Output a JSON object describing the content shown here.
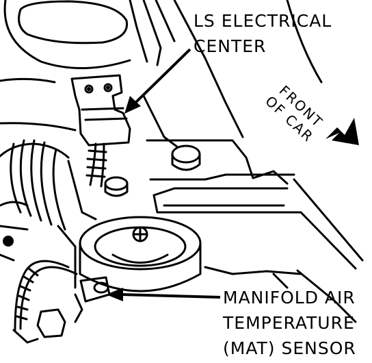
{
  "labels": {
    "ls_electrical_center_line1": "LS ELECTRICAL",
    "ls_electrical_center_line2": "CENTER",
    "front_of_car_line1": "FRONT",
    "front_of_car_line2": "OF CAR",
    "mat_sensor_line1": "MANIFOLD AIR",
    "mat_sensor_line2": "TEMPERATURE",
    "mat_sensor_line3": "(MAT) SENSOR"
  },
  "colors": {
    "ink": "#000000",
    "paper": "#ffffff"
  }
}
